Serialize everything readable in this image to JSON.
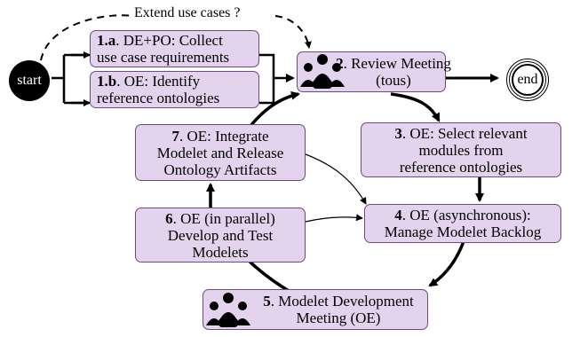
{
  "start": "start",
  "end": "end",
  "extend_label": "Extend use cases ?",
  "step1a": {
    "num": "1.a",
    "line1": ". DE+PO: Collect",
    "line2": "use case requirements"
  },
  "step1b": {
    "num": "1.b",
    "line1": ". OE: Identify",
    "line2": "reference ontologies"
  },
  "step2": {
    "num": "2",
    "line1": ". Review Meeting",
    "line2": "(tous)"
  },
  "step3": {
    "num": "3",
    "line1": ". OE: Select relevant",
    "line2": "modules from",
    "line3": "reference ontologies"
  },
  "step4": {
    "num": "4",
    "line1": ". OE (asynchronous):",
    "line2": "Manage Modelet Backlog"
  },
  "step5": {
    "num": "5",
    "line1": ". Modelet Development",
    "line2": "Meeting (OE)"
  },
  "step6": {
    "num": "6",
    "line1": ". OE (in parallel)",
    "line2": "Develop and Test",
    "line3": "Modelets"
  },
  "step7": {
    "num": "7",
    "line1": ". OE: Integrate",
    "line2": "Modelet and Release",
    "line3": "Ontology Artifacts"
  },
  "icons": {
    "meeting": "group-people-icon"
  },
  "colors": {
    "box_fill": "#e3d3ec",
    "box_border": "#6a4c80"
  }
}
